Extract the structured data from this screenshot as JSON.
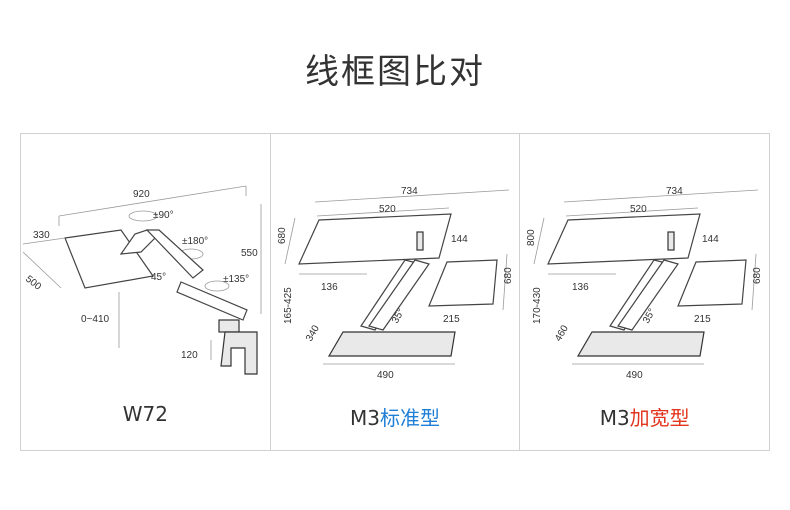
{
  "title": "线框图比对",
  "panels": [
    {
      "name": "W72",
      "name_prefix": "W72",
      "name_suffix": "",
      "dims": {
        "width": "920",
        "rot90": "±90°",
        "depth": "330",
        "rot180": "±180°",
        "height": "550",
        "length": "500",
        "tilt45": "45°",
        "rot135": "±135°",
        "range": "0~410",
        "clamp": "120"
      }
    },
    {
      "name": "M3标准型",
      "name_prefix": "M3",
      "name_suffix": "标准型",
      "suffix_color": "#1e7fd6",
      "dims": {
        "total": "734",
        "board": "520",
        "depth": "680",
        "tray": "144",
        "offset": "136",
        "height_range": "165-425",
        "tray_depth": "680",
        "tray_width": "215",
        "base_depth": "340",
        "angle": "35°",
        "base_width": "490"
      }
    },
    {
      "name": "M3加宽型",
      "name_prefix": "M3",
      "name_suffix": "加宽型",
      "suffix_color": "#e2351e",
      "dims": {
        "total": "734",
        "board": "520",
        "depth": "800",
        "tray": "144",
        "offset": "136",
        "height_range": "170-430",
        "tray_depth": "680",
        "tray_width": "215",
        "base_depth": "460",
        "angle": "35°",
        "base_width": "490"
      }
    }
  ]
}
